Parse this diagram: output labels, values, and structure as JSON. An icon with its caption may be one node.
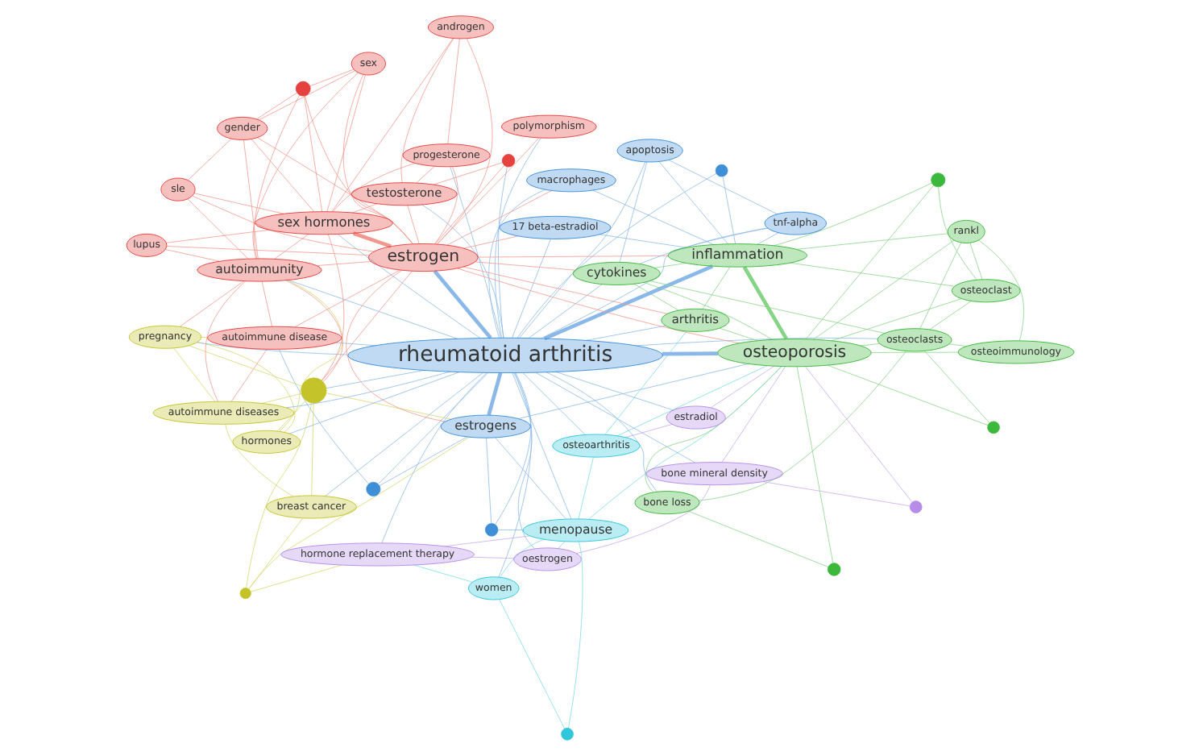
{
  "diagram": {
    "nodes": [
      {
        "text": [
          "hormone replacement therapy"
        ]
      },
      {
        "text": [],
        "shape": "circle"
      },
      {
        "text": [],
        "shape": "circle"
      },
      {
        "text": [
          "women"
        ]
      },
      {
        "text": [
          "oestrogen"
        ]
      },
      {
        "text": [
          "breast cancer"
        ]
      },
      {
        "text": [
          "autoimmune diseases"
        ]
      },
      {
        "text": [
          "menopause"
        ]
      },
      {
        "text": [
          "bone mineral density"
        ]
      },
      {
        "text": [],
        "shape": "circle"
      },
      {
        "text": [],
        "shape": "circle"
      },
      {
        "text": [
          "pregnancy"
        ]
      },
      {
        "text": [],
        "shape": "circle"
      },
      {
        "text": [
          "estrogens"
        ]
      },
      {
        "text": [
          "osteoarthritis"
        ]
      },
      {
        "text": [
          "autoimmune disease"
        ]
      },
      {
        "text": [
          "hormones"
        ]
      },
      {
        "text": [
          "arthritis"
        ]
      },
      {
        "text": [
          "estradiol"
        ]
      },
      {
        "text": [],
        "shape": "circle"
      },
      {
        "text": [],
        "shape": "circle"
      },
      {
        "text": [
          "bone loss"
        ]
      },
      {
        "text": [
          "rheumatoid arthritis"
        ]
      },
      {
        "text": [],
        "shape": "circle"
      },
      {
        "text": [
          "osteoporosis"
        ]
      },
      {
        "text": [
          "lupus"
        ]
      },
      {
        "text": [],
        "shape": "circle"
      },
      {
        "text": [
          "testosterone"
        ]
      },
      {
        "text": [
          "osteoclasts"
        ]
      },
      {
        "text": [],
        "shape": "circle"
      },
      {
        "text": [
          "macrophages"
        ]
      },
      {
        "text": [
          "cytokines"
        ]
      },
      {
        "text": [
          "sle"
        ]
      },
      {
        "text": [
          "sex hormones"
        ]
      },
      {
        "text": [
          "osteoimmunology"
        ]
      },
      {
        "text": [
          "autoimmunity"
        ]
      },
      {
        "text": [
          "progesterone"
        ]
      },
      {
        "text": [
          "estrogen"
        ]
      },
      {
        "text": [
          "17 beta-estradiol"
        ]
      },
      {
        "text": [
          "apoptosis"
        ]
      },
      {
        "text": [
          "inflammation"
        ]
      },
      {
        "text": [],
        "shape": "circle"
      },
      {
        "text": [
          "gender"
        ]
      },
      {
        "text": [
          "tnf-alpha"
        ]
      },
      {
        "text": [
          "rankl"
        ]
      },
      {
        "text": [
          "osteoclast"
        ]
      },
      {
        "text": [],
        "shape": "circle"
      },
      {
        "text": [
          "androgen"
        ]
      },
      {
        "text": [
          "polymorphism"
        ]
      },
      {
        "text": [
          "sex"
        ]
      }
    ],
    "edges": [
      {
        "from": 22,
        "to": 13,
        "arrow": "none",
        "style": "thick",
        "color": "#8ab8e8"
      },
      {
        "from": 22,
        "to": 37,
        "arrow": "none",
        "style": "thick",
        "color": "#8ab8e8"
      },
      {
        "from": 22,
        "to": 24,
        "arrow": "none",
        "style": "thick",
        "color": "#8ab8e8"
      },
      {
        "from": 22,
        "to": 40,
        "arrow": "none",
        "style": "thick",
        "color": "#8ab8e8"
      },
      {
        "from": 22,
        "to": 31,
        "arrow": "none",
        "color": "#8ab8e8"
      },
      {
        "from": 22,
        "to": 7,
        "arrow": "none",
        "color": "#8ab8e8"
      },
      {
        "from": 22,
        "to": 17,
        "arrow": "none",
        "color": "#8ab8e8"
      },
      {
        "from": 22,
        "to": 19,
        "arrow": "none",
        "color": "#8ab8e8"
      },
      {
        "from": 22,
        "to": 33,
        "arrow": "none",
        "color": "#8ab8e8"
      },
      {
        "from": 22,
        "to": 27,
        "arrow": "none",
        "color": "#8ab8e8"
      },
      {
        "from": 22,
        "to": 35,
        "arrow": "none",
        "color": "#8ab8e8"
      },
      {
        "from": 22,
        "to": 12,
        "arrow": "none",
        "color": "#8ab8e8"
      },
      {
        "from": 22,
        "to": 10,
        "arrow": "none",
        "color": "#8ab8e8"
      },
      {
        "from": 22,
        "to": 23,
        "arrow": "none",
        "color": "#8ab8e8"
      },
      {
        "from": 22,
        "to": 30,
        "arrow": "none",
        "color": "#8ab8e8"
      },
      {
        "from": 22,
        "to": 38,
        "arrow": "none",
        "color": "#8ab8e8"
      },
      {
        "from": 22,
        "to": 39,
        "arrow": "none",
        "color": "#8ab8e8"
      },
      {
        "from": 22,
        "to": 43,
        "arrow": "none",
        "color": "#8ab8e8"
      },
      {
        "from": 22,
        "to": 14,
        "arrow": "none",
        "color": "#8ab8e8"
      },
      {
        "from": 22,
        "to": 18,
        "arrow": "none",
        "color": "#8ab8e8"
      },
      {
        "from": 22,
        "to": 15,
        "arrow": "none",
        "color": "#8ab8e8"
      },
      {
        "from": 22,
        "to": 6,
        "arrow": "none",
        "color": "#8ab8e8"
      },
      {
        "from": 22,
        "to": 11,
        "arrow": "none",
        "color": "#8ab8e8"
      },
      {
        "from": 22,
        "to": 16,
        "arrow": "none",
        "color": "#8ab8e8"
      },
      {
        "from": 22,
        "to": 3,
        "arrow": "none",
        "color": "#8ab8e8"
      },
      {
        "from": 22,
        "to": 0,
        "arrow": "none",
        "color": "#8ab8e8"
      },
      {
        "from": 22,
        "to": 4,
        "arrow": "none",
        "color": "#8ab8e8"
      },
      {
        "from": 22,
        "to": 8,
        "arrow": "none",
        "color": "#8ab8e8"
      },
      {
        "from": 22,
        "to": 5,
        "arrow": "none",
        "color": "#8ab8e8"
      },
      {
        "from": 22,
        "to": 26,
        "arrow": "none",
        "color": "#8ab8e8"
      },
      {
        "from": 22,
        "to": 36,
        "arrow": "none",
        "color": "#8ab8e8"
      },
      {
        "from": 22,
        "to": 48,
        "arrow": "none",
        "color": "#8ab8e8"
      },
      {
        "from": 22,
        "to": 28,
        "arrow": "none",
        "color": "#8ab8e8"
      },
      {
        "from": 22,
        "to": 21,
        "arrow": "none",
        "color": "#8ab8e8"
      },
      {
        "from": 13,
        "to": 12,
        "arrow": "none",
        "color": "#8ab8e8"
      },
      {
        "from": 13,
        "to": 10,
        "arrow": "none",
        "color": "#8ab8e8"
      },
      {
        "from": 13,
        "to": 7,
        "arrow": "none",
        "color": "#8ab8e8"
      },
      {
        "from": 13,
        "to": 24,
        "arrow": "none",
        "color": "#8ab8e8"
      },
      {
        "from": 12,
        "to": 15,
        "arrow": "none",
        "color": "#8ab8e8"
      },
      {
        "from": 10,
        "to": 7,
        "arrow": "none",
        "color": "#8ab8e8"
      },
      {
        "from": 23,
        "to": 40,
        "arrow": "none",
        "color": "#8ab8e8"
      },
      {
        "from": 30,
        "to": 40,
        "arrow": "none",
        "color": "#8ab8e8"
      },
      {
        "from": 38,
        "to": 40,
        "arrow": "none",
        "color": "#8ab8e8"
      },
      {
        "from": 39,
        "to": 43,
        "arrow": "none",
        "color": "#8ab8e8"
      },
      {
        "from": 39,
        "to": 40,
        "arrow": "none",
        "color": "#8ab8e8"
      },
      {
        "from": 43,
        "to": 40,
        "arrow": "none",
        "color": "#8ab8e8"
      },
      {
        "from": 43,
        "to": 31,
        "arrow": "none",
        "color": "#8ab8e8"
      },
      {
        "from": 39,
        "to": 31,
        "arrow": "none",
        "color": "#8ab8e8"
      },
      {
        "from": 37,
        "to": 33,
        "arrow": "none",
        "style": "thick"
      },
      {
        "from": 37,
        "to": 27,
        "arrow": "none"
      },
      {
        "from": 37,
        "to": 36,
        "arrow": "none"
      },
      {
        "from": 37,
        "to": 35,
        "arrow": "none"
      },
      {
        "from": 37,
        "to": 26,
        "arrow": "none"
      },
      {
        "from": 37,
        "to": 47,
        "arrow": "none"
      },
      {
        "from": 37,
        "to": 48,
        "arrow": "none"
      },
      {
        "from": 37,
        "to": 49,
        "arrow": "none"
      },
      {
        "from": 37,
        "to": 41,
        "arrow": "none"
      },
      {
        "from": 37,
        "to": 42,
        "arrow": "none"
      },
      {
        "from": 37,
        "to": 25,
        "arrow": "none"
      },
      {
        "from": 37,
        "to": 32,
        "arrow": "none"
      },
      {
        "from": 37,
        "to": 15,
        "arrow": "none"
      },
      {
        "from": 33,
        "to": 35,
        "arrow": "none"
      },
      {
        "from": 33,
        "to": 27,
        "arrow": "none"
      },
      {
        "from": 33,
        "to": 36,
        "arrow": "none"
      },
      {
        "from": 33,
        "to": 32,
        "arrow": "none"
      },
      {
        "from": 33,
        "to": 42,
        "arrow": "none"
      },
      {
        "from": 33,
        "to": 25,
        "arrow": "none"
      },
      {
        "from": 33,
        "to": 41,
        "arrow": "none"
      },
      {
        "from": 33,
        "to": 49,
        "arrow": "none"
      },
      {
        "from": 33,
        "to": 47,
        "arrow": "none"
      },
      {
        "from": 35,
        "to": 32,
        "arrow": "none"
      },
      {
        "from": 35,
        "to": 42,
        "arrow": "none"
      },
      {
        "from": 35,
        "to": 41,
        "arrow": "none"
      },
      {
        "from": 35,
        "to": 25,
        "arrow": "none"
      },
      {
        "from": 35,
        "to": 15,
        "arrow": "none"
      },
      {
        "from": 35,
        "to": 49,
        "arrow": "none"
      },
      {
        "from": 42,
        "to": 41,
        "arrow": "none"
      },
      {
        "from": 42,
        "to": 49,
        "arrow": "none"
      },
      {
        "from": 42,
        "to": 32,
        "arrow": "none"
      },
      {
        "from": 27,
        "to": 36,
        "arrow": "none"
      },
      {
        "from": 27,
        "to": 47,
        "arrow": "none"
      },
      {
        "from": 27,
        "to": 26,
        "arrow": "none"
      },
      {
        "from": 36,
        "to": 47,
        "arrow": "none"
      },
      {
        "from": 41,
        "to": 49,
        "arrow": "none"
      },
      {
        "from": 37,
        "to": 40,
        "arrow": "none"
      },
      {
        "from": 37,
        "to": 24,
        "arrow": "none"
      },
      {
        "from": 37,
        "to": 31,
        "arrow": "none"
      },
      {
        "from": 37,
        "to": 13,
        "arrow": "none"
      },
      {
        "from": 37,
        "to": 19,
        "arrow": "none"
      },
      {
        "from": 37,
        "to": 17,
        "arrow": "none"
      },
      {
        "from": 37,
        "to": 38,
        "arrow": "none"
      },
      {
        "from": 37,
        "to": 30,
        "arrow": "none"
      },
      {
        "from": 33,
        "to": 19,
        "arrow": "none"
      },
      {
        "from": 35,
        "to": 19,
        "arrow": "none"
      },
      {
        "from": 35,
        "to": 6,
        "arrow": "none"
      },
      {
        "from": 35,
        "to": 11,
        "arrow": "none"
      },
      {
        "from": 15,
        "to": 6,
        "arrow": "none"
      },
      {
        "from": 19,
        "to": 11,
        "arrow": "none",
        "color": "#d6d66e"
      },
      {
        "from": 19,
        "to": 16,
        "arrow": "none",
        "color": "#d6d66e"
      },
      {
        "from": 19,
        "to": 6,
        "arrow": "none",
        "color": "#d6d66e"
      },
      {
        "from": 19,
        "to": 5,
        "arrow": "none",
        "color": "#d6d66e"
      },
      {
        "from": 19,
        "to": 1,
        "arrow": "none",
        "color": "#d6d66e"
      },
      {
        "from": 19,
        "to": 13,
        "arrow": "none",
        "color": "#d6d66e"
      },
      {
        "from": 11,
        "to": 16,
        "arrow": "none",
        "color": "#d6d66e"
      },
      {
        "from": 11,
        "to": 6,
        "arrow": "none",
        "color": "#d6d66e"
      },
      {
        "from": 6,
        "to": 5,
        "arrow": "none",
        "color": "#d6d66e"
      },
      {
        "from": 5,
        "to": 1,
        "arrow": "none",
        "color": "#d6d66e"
      },
      {
        "from": 1,
        "to": 0,
        "arrow": "none",
        "color": "#d6d66e"
      },
      {
        "from": 11,
        "to": 15,
        "arrow": "none",
        "color": "#d6d66e"
      },
      {
        "from": 16,
        "to": 35,
        "arrow": "none",
        "color": "#d6d66e"
      },
      {
        "from": 1,
        "to": 13,
        "arrow": "none",
        "color": "#d6d66e"
      },
      {
        "from": 7,
        "to": 3,
        "arrow": "none",
        "color": "#7adbe8"
      },
      {
        "from": 7,
        "to": 2,
        "arrow": "none",
        "color": "#7adbe8"
      },
      {
        "from": 7,
        "to": 14,
        "arrow": "none",
        "color": "#7adbe8"
      },
      {
        "from": 7,
        "to": 24,
        "arrow": "none",
        "color": "#7adbe8"
      },
      {
        "from": 3,
        "to": 2,
        "arrow": "none",
        "color": "#7adbe8"
      },
      {
        "from": 3,
        "to": 0,
        "arrow": "none",
        "color": "#7adbe8"
      },
      {
        "from": 14,
        "to": 24,
        "arrow": "none",
        "color": "#7adbe8"
      },
      {
        "from": 14,
        "to": 17,
        "arrow": "none",
        "color": "#7adbe8"
      },
      {
        "from": 7,
        "to": 4,
        "arrow": "none",
        "color": "#7adbe8"
      },
      {
        "from": 0,
        "to": 4,
        "arrow": "none",
        "color": "#c6a8ee"
      },
      {
        "from": 4,
        "to": 8,
        "arrow": "none",
        "color": "#c6a8ee"
      },
      {
        "from": 8,
        "to": 9,
        "arrow": "none",
        "color": "#c6a8ee"
      },
      {
        "from": 9,
        "to": 24,
        "arrow": "none",
        "color": "#c6a8ee"
      },
      {
        "from": 18,
        "to": 24,
        "arrow": "none",
        "color": "#c6a8ee"
      },
      {
        "from": 18,
        "to": 14,
        "arrow": "none",
        "color": "#c6a8ee"
      },
      {
        "from": 8,
        "to": 24,
        "arrow": "none",
        "color": "#c6a8ee"
      },
      {
        "from": 0,
        "to": 7,
        "arrow": "none",
        "color": "#c6a8ee"
      },
      {
        "from": 24,
        "to": 40,
        "arrow": "none",
        "style": "thick",
        "color": "#86d486"
      },
      {
        "from": 24,
        "to": 31,
        "arrow": "none",
        "color": "#86d486"
      },
      {
        "from": 24,
        "to": 17,
        "arrow": "none",
        "color": "#86d486"
      },
      {
        "from": 24,
        "to": 20,
        "arrow": "none",
        "color": "#86d486"
      },
      {
        "from": 24,
        "to": 21,
        "arrow": "none",
        "color": "#86d486"
      },
      {
        "from": 24,
        "to": 28,
        "arrow": "none",
        "color": "#86d486"
      },
      {
        "from": 24,
        "to": 29,
        "arrow": "none",
        "color": "#86d486"
      },
      {
        "from": 24,
        "to": 34,
        "arrow": "none",
        "color": "#86d486"
      },
      {
        "from": 24,
        "to": 44,
        "arrow": "none",
        "color": "#86d486"
      },
      {
        "from": 24,
        "to": 45,
        "arrow": "none",
        "color": "#86d486"
      },
      {
        "from": 24,
        "to": 46,
        "arrow": "none",
        "color": "#86d486"
      },
      {
        "from": 28,
        "to": 34,
        "arrow": "none",
        "color": "#86d486"
      },
      {
        "from": 28,
        "to": 44,
        "arrow": "none",
        "color": "#86d486"
      },
      {
        "from": 28,
        "to": 45,
        "arrow": "none",
        "color": "#86d486"
      },
      {
        "from": 34,
        "to": 44,
        "arrow": "none",
        "color": "#86d486"
      },
      {
        "from": 44,
        "to": 45,
        "arrow": "none",
        "color": "#86d486"
      },
      {
        "from": 45,
        "to": 46,
        "arrow": "none",
        "color": "#86d486"
      },
      {
        "from": 21,
        "to": 28,
        "arrow": "none",
        "color": "#86d486"
      },
      {
        "from": 20,
        "to": 21,
        "arrow": "none",
        "color": "#86d486"
      },
      {
        "from": 29,
        "to": 28,
        "arrow": "none",
        "color": "#86d486"
      },
      {
        "from": 31,
        "to": 40,
        "arrow": "none",
        "color": "#86d486"
      },
      {
        "from": 17,
        "to": 40,
        "arrow": "none",
        "color": "#86d486"
      },
      {
        "from": 17,
        "to": 31,
        "arrow": "none",
        "color": "#86d486"
      },
      {
        "from": 40,
        "to": 45,
        "arrow": "none",
        "color": "#86d486"
      },
      {
        "from": 40,
        "to": 46,
        "arrow": "none",
        "color": "#86d486"
      },
      {
        "from": 40,
        "to": 44,
        "arrow": "none",
        "color": "#86d486"
      },
      {
        "from": 31,
        "to": 28,
        "arrow": "none",
        "color": "#86d486"
      }
    ]
  }
}
